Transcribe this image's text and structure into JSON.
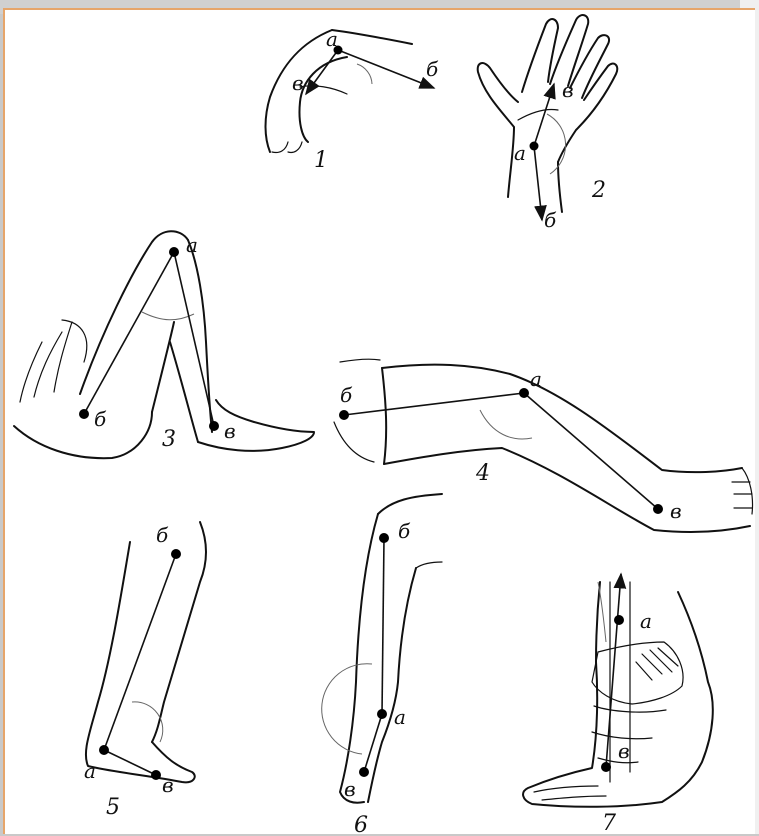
{
  "figure": {
    "colors": {
      "ink": "#111111",
      "frame_accent": "#e6a56a",
      "background": "#ffffff"
    },
    "panels": [
      {
        "number": "1",
        "labels": {
          "a": "a",
          "b": "б",
          "v": "в"
        }
      },
      {
        "number": "2",
        "labels": {
          "a": "a",
          "b": "б",
          "v": "в"
        }
      },
      {
        "number": "3",
        "labels": {
          "a": "a",
          "b": "б",
          "v": "в"
        }
      },
      {
        "number": "4",
        "labels": {
          "a": "a",
          "b": "б",
          "v": "в"
        }
      },
      {
        "number": "5",
        "labels": {
          "a": "a",
          "b": "б",
          "v": "в"
        }
      },
      {
        "number": "6",
        "labels": {
          "a": "a",
          "b": "б",
          "v": "в"
        }
      },
      {
        "number": "7",
        "labels": {
          "a": "a",
          "v": "в"
        }
      }
    ]
  }
}
